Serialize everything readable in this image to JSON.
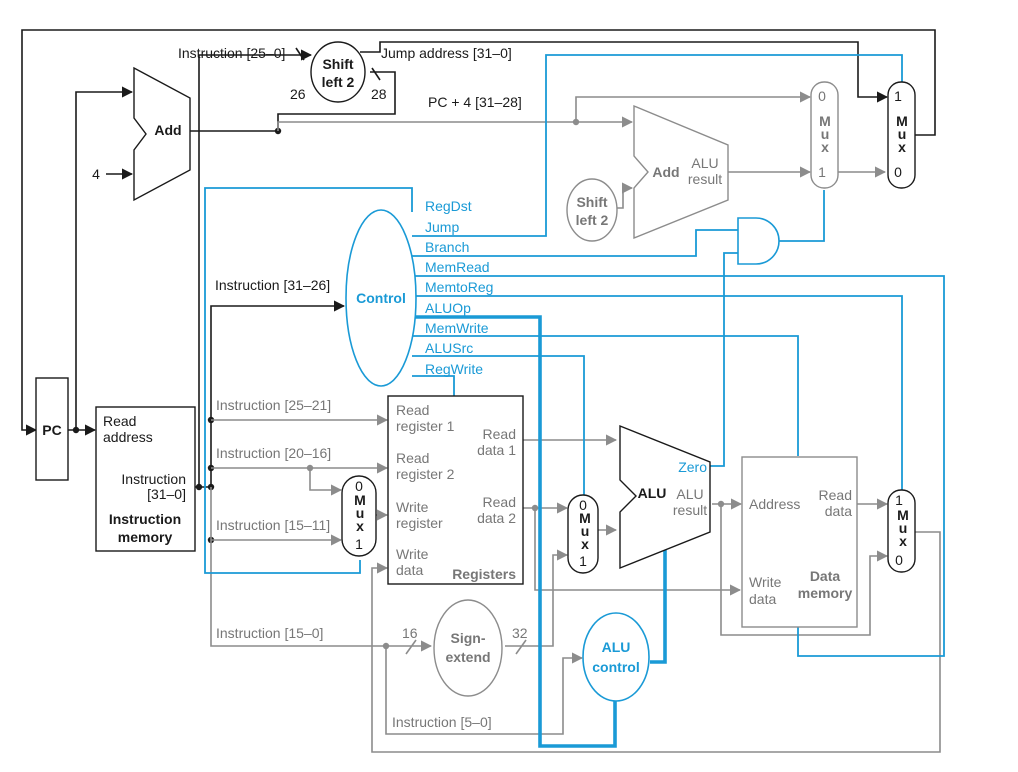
{
  "colors": {
    "black": "#1a1a1a",
    "gray": "#8c8c8c",
    "blue": "#1a9ad6"
  },
  "components": {
    "pc": "PC",
    "add_top": "Add",
    "const_four": "4",
    "shift_left_top": [
      "Shift",
      "left 2"
    ],
    "shift_left_mid": [
      "Shift",
      "left 2"
    ],
    "add_branch": "Add",
    "add_branch_result": [
      "ALU",
      "result"
    ],
    "control": "Control",
    "instr_mem": {
      "read_address": [
        "Read",
        "address"
      ],
      "instruction": [
        "Instruction",
        "[31–0]"
      ],
      "title": [
        "Instruction",
        "memory"
      ]
    },
    "registers": {
      "read_reg1": [
        "Read",
        "register 1"
      ],
      "read_reg2": [
        "Read",
        "register 2"
      ],
      "write_reg": [
        "Write",
        "register"
      ],
      "write_data": [
        "Write",
        "data"
      ],
      "read_data1": [
        "Read",
        "data 1"
      ],
      "read_data2": [
        "Read",
        "data 2"
      ],
      "title": "Registers"
    },
    "alu": {
      "name": "ALU",
      "result": [
        "ALU",
        "result"
      ],
      "zero": "Zero"
    },
    "data_mem": {
      "address": "Address",
      "read_data": [
        "Read",
        "data"
      ],
      "write_data": [
        "Write",
        "data"
      ],
      "title": [
        "Data",
        "memory"
      ]
    },
    "sign_extend": [
      "Sign-",
      "extend"
    ],
    "alu_control": [
      "ALU",
      "control"
    ],
    "mux_letters": [
      "M",
      "u",
      "x"
    ]
  },
  "mux_inputs": {
    "jump_mux": [
      "1",
      "0"
    ],
    "branch_mux": [
      "0",
      "1"
    ],
    "regdst_mux": [
      "0",
      "1"
    ],
    "alusrc_mux": [
      "0",
      "1"
    ],
    "memtoreg_mux": [
      "1",
      "0"
    ]
  },
  "signals": [
    "RegDst",
    "Jump",
    "Branch",
    "MemRead",
    "MemtoReg",
    "ALUOp",
    "MemWrite",
    "ALUSrc",
    "RegWrite"
  ],
  "wire_labels": {
    "instr_25_0": "Instruction [25–0]",
    "jump_address": "Jump address [31–0]",
    "pc_plus4": "PC + 4 [31–28]",
    "bits_26": "26",
    "bits_28": "28",
    "instr_31_26": "Instruction [31–26]",
    "instr_25_21": "Instruction [25–21]",
    "instr_20_16": "Instruction [20–16]",
    "instr_15_11": "Instruction [15–11]",
    "instr_15_0": "Instruction [15–0]",
    "instr_5_0": "Instruction [5–0]",
    "bits_16": "16",
    "bits_32": "32"
  }
}
